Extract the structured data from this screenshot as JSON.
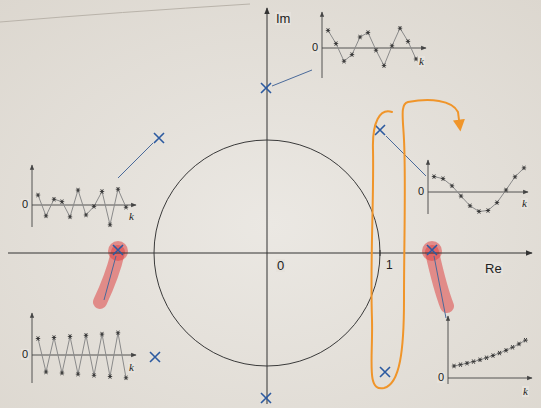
{
  "diagram": {
    "labels": [
      "Im",
      "Re",
      "0",
      "1",
      "0",
      "k",
      "0",
      "k",
      "0",
      "k",
      "0",
      "k",
      "0",
      "k"
    ]
  }
}
